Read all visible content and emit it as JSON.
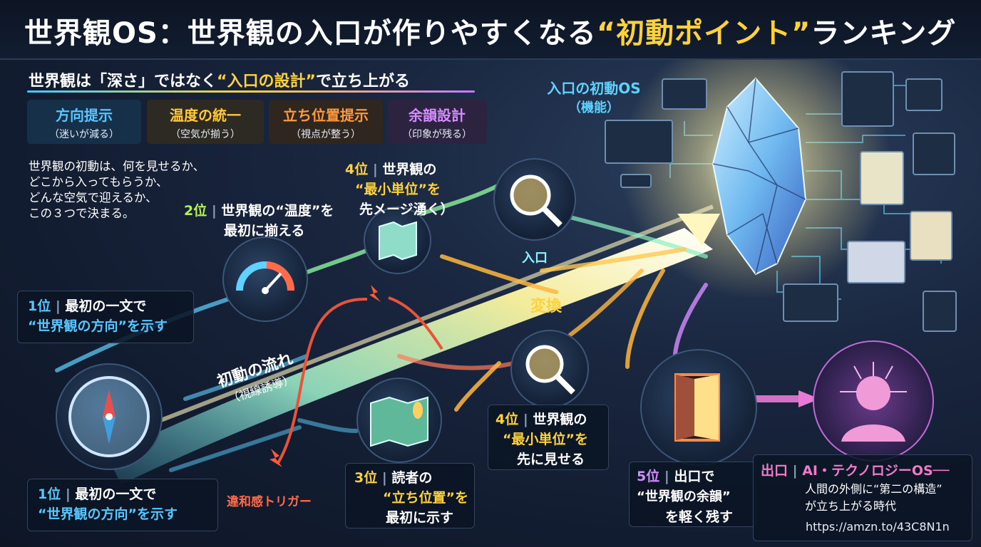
{
  "title": {
    "prefix": "世界観OS：世界観の入口が作りやすくなる",
    "highlight": "“初動ポイント”",
    "suffix": "ランキング"
  },
  "subtitle": {
    "prefix": "世界観は「深さ」ではなく",
    "highlight": "“入口の設計”",
    "suffix": "で立ち上がる"
  },
  "tags": [
    {
      "main": "方向提示",
      "sub": "（迷いが減る）",
      "color": "#58c6ff",
      "bg": "#16304a"
    },
    {
      "main": "温度の統一",
      "sub": "（空気が揃う）",
      "color": "#ffc93a",
      "bg": "#2c2a22"
    },
    {
      "main": "立ち位置提示",
      "sub": "（視点が整う）",
      "color": "#ff9a3a",
      "bg": "#2f2620"
    },
    {
      "main": "余韻設計",
      "sub": "（印象が残る）",
      "color": "#d58cff",
      "bg": "#2b2340"
    }
  ],
  "intro": [
    "世界観の初動は、何を見せるか、",
    "どこから入ってもらうか、",
    "どんな空気で迎えるか、",
    "この３つで決まる。"
  ],
  "ranks": {
    "rank1a": {
      "rank": "1位",
      "line1": "最初の一文で",
      "line2": "“世界観の方向”を示す",
      "color": "#58c6ff"
    },
    "rank1b": {
      "rank": "1位",
      "line1": "最初の一文で",
      "line2": "“世界観の方向”を示す",
      "color": "#58c6ff"
    },
    "rank2": {
      "rank": "2位",
      "line1": "世界観の“温度”を",
      "line2": "最初に揃える",
      "color": "#b8f05a"
    },
    "rank3": {
      "rank": "3位",
      "line1": "読者の",
      "line2": "“立ち位置”を",
      "line3": "最初に示す",
      "color": "#ffd23a"
    },
    "rank4a": {
      "rank": "4位",
      "line1": "世界観の",
      "line2": "“最小単位”を",
      "line3": "先メージ湧く）",
      "color": "#ffd23a"
    },
    "rank4b": {
      "rank": "4位",
      "line1": "世界観の",
      "line2": "“最小単位”を",
      "line3": "先に見せる",
      "color": "#ffd23a"
    },
    "rank5": {
      "rank": "5位",
      "line1": "出口で",
      "line2": "“世界観の余韻”",
      "line3": "を軽く残す",
      "color": "#d58cff"
    }
  },
  "flow": {
    "main": "初動の流れ",
    "sub": "（視線誘導）"
  },
  "labels": {
    "iriguchi": "入口",
    "henkan": "変換",
    "iwakan": "違和感トリガー",
    "os_title": "入口の初動OS",
    "os_sub": "（機能）"
  },
  "exit": {
    "head": "出口",
    "tail": "AI・テクノロジーOS──",
    "line1": "人間の外側に“第二の構造”",
    "line2": "が立ち上がる時代"
  },
  "url": "https://amzn.to/43C8N1n",
  "colors": {
    "accent": "#ffd23a",
    "blue": "#58c6ff",
    "purple": "#d58cff",
    "orange": "#ff9a3a",
    "green": "#b8f05a"
  }
}
